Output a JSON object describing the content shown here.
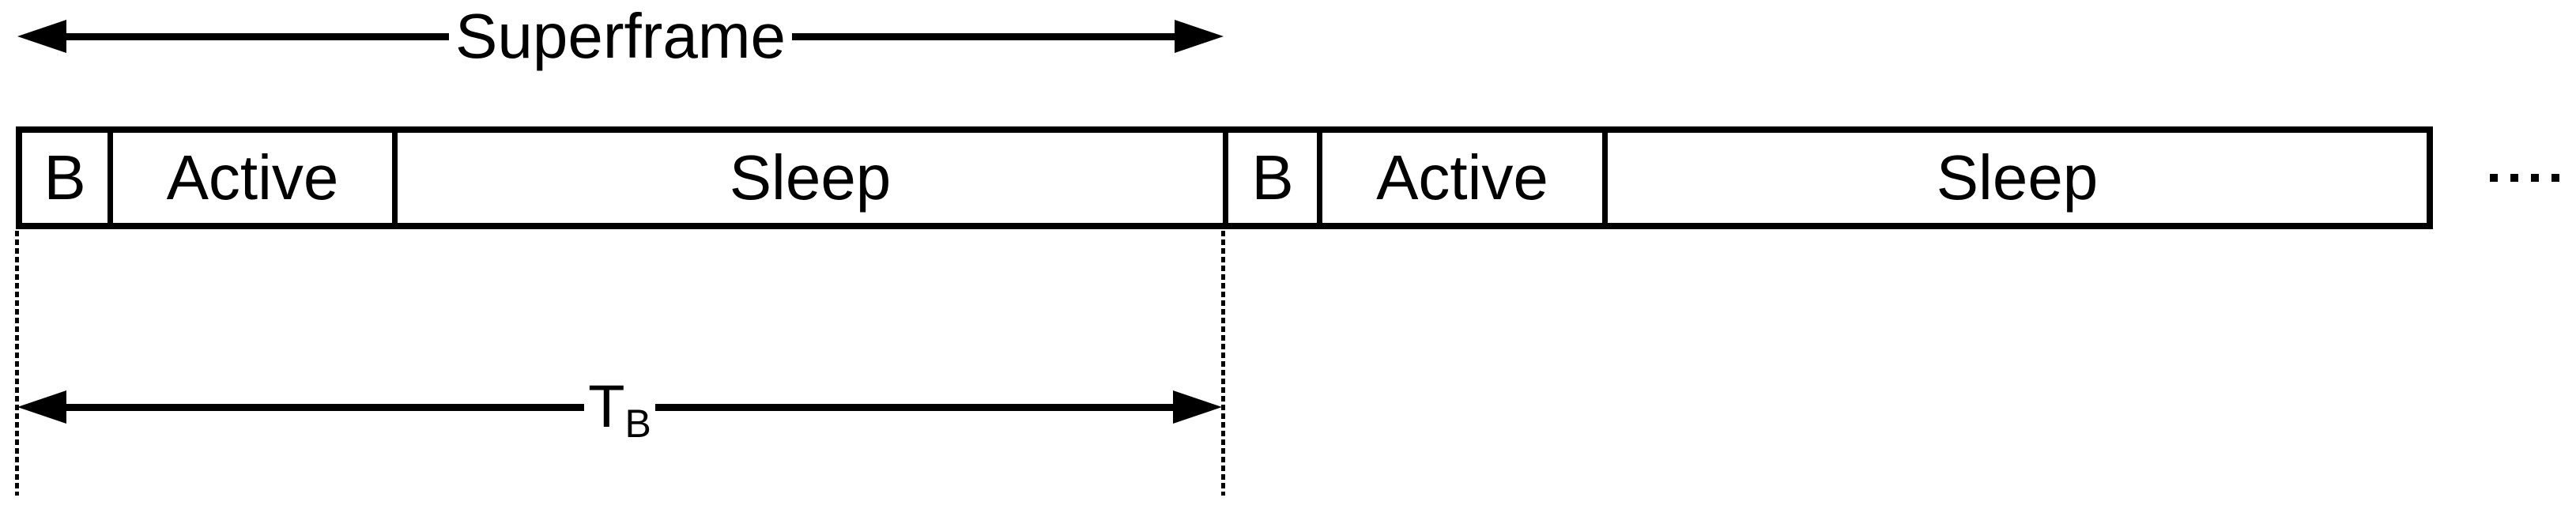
{
  "colors": {
    "background": "#ffffff",
    "ink": "#000000"
  },
  "superframe_arrow": {
    "label": "Superframe"
  },
  "frame_bar": {
    "superframes": [
      {
        "beacon": "B",
        "active": "Active",
        "sleep": "Sleep"
      },
      {
        "beacon": "B",
        "active": "Active",
        "sleep": "Sleep"
      }
    ]
  },
  "beacon_interval_arrow": {
    "base": "T",
    "subscript": "B"
  },
  "continuation": {
    "label": "....",
    "dot_count": 4
  }
}
